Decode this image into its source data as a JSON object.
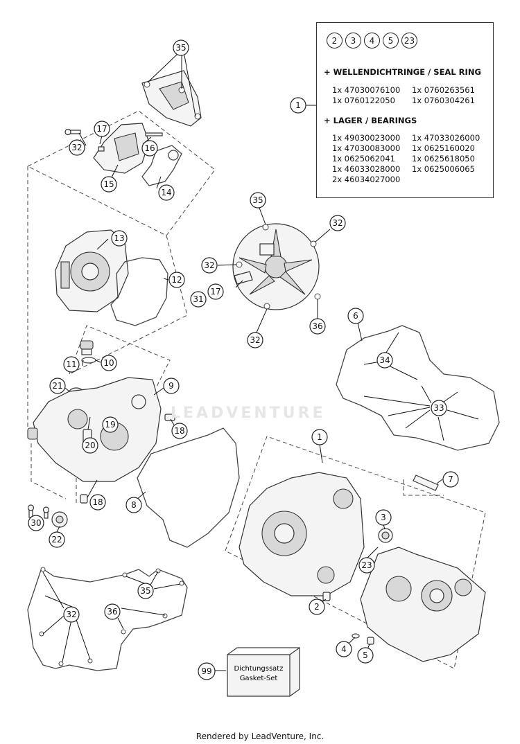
{
  "info_box": {
    "chips": [
      "2",
      "3",
      "4",
      "5",
      "23"
    ],
    "seal_heading": "+ WELLENDICHTRINGE / SEAL RING",
    "seal_items": [
      "1x 47030076100",
      "1x 0760263561",
      "1x 0760122050",
      "1x 0760304261"
    ],
    "bearing_heading": "+ LAGER / BEARINGS",
    "bearing_items": [
      "1x 49030023000",
      "1x 47033026000",
      "1x 47030083000",
      "1x 0625160020",
      "1x 0625062041",
      "1x 0625618050",
      "1x 46033028000",
      "1x 0625006065",
      "2x 46034027000"
    ],
    "callout": "1"
  },
  "gasket_set": {
    "callout": "99",
    "line1": "Dichtungssatz",
    "line2": "Gasket-Set"
  },
  "watermark": "LEADVENTURE",
  "footer": "Rendered by LeadVenture, Inc.",
  "callouts": {
    "c35_top": "35",
    "c17_a": "17",
    "c32_a": "32",
    "c16": "16",
    "c15": "15",
    "c14": "14",
    "c13": "13",
    "c12": "12",
    "c35_cover": "35",
    "c32_cover_r": "32",
    "c32_cover_l": "32",
    "c17_cover": "17",
    "c31": "31",
    "c36_cover": "36",
    "c32_cover_b": "32",
    "c11": "11",
    "c10": "10",
    "c21": "21",
    "c9": "9",
    "c19": "19",
    "c18_a": "18",
    "c20": "20",
    "c18_b": "18",
    "c8": "8",
    "c30": "30",
    "c22": "22",
    "c6": "6",
    "c34": "34",
    "c33": "33",
    "c1_case": "1",
    "c7": "7",
    "c3": "3",
    "c23": "23",
    "c2": "2",
    "c4": "4",
    "c5": "5",
    "c35_gasket": "35",
    "c32_gasket": "32",
    "c36_gasket": "36"
  }
}
